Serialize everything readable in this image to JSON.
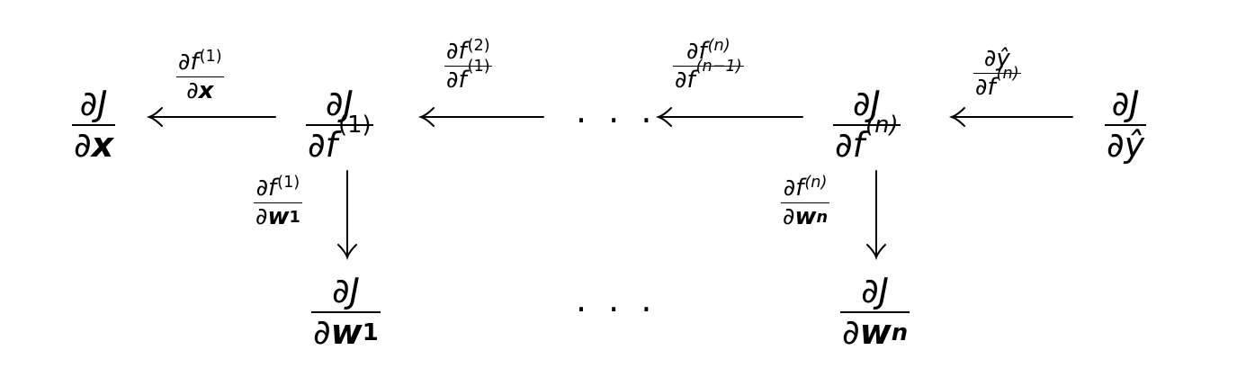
{
  "glyphs": {
    "partial": "∂",
    "prime": "(",
    "close": ")",
    "hat_y": "ŷ"
  },
  "nodes": {
    "dJ_dx": {
      "num": "∂J",
      "den_d": "∂",
      "den_v": "x"
    },
    "dJ_df1": {
      "num": "∂J",
      "den_d": "∂",
      "den_v": "f",
      "den_sup": "(1)"
    },
    "dJ_dfn": {
      "num": "∂J",
      "den_d": "∂",
      "den_v": "f",
      "den_sup": "(n)"
    },
    "dJ_dyhat": {
      "num": "∂J",
      "den_d": "∂",
      "den_v": "ŷ"
    },
    "dJ_dw1": {
      "num": "∂J",
      "den_d": "∂",
      "den_v": "w",
      "den_sub": "1"
    },
    "dJ_dwn": {
      "num": "∂J",
      "den_d": "∂",
      "den_v": "w",
      "den_sub": "n"
    }
  },
  "edge_labels": {
    "df1_dx": {
      "num_d": "∂",
      "num_v": "f",
      "num_sup": "(1)",
      "den_d": "∂",
      "den_v": "x"
    },
    "df2_df1": {
      "num_d": "∂",
      "num_v": "f",
      "num_sup": "(2)",
      "den_d": "∂",
      "den_v": "f",
      "den_sup": "(1)"
    },
    "dfn_dfn1": {
      "num_d": "∂",
      "num_v": "f",
      "num_sup": "(n)",
      "den_d": "∂",
      "den_v": "f",
      "den_sup": "(n−1)"
    },
    "dyhat_dfn": {
      "num_d": "∂",
      "num_v": "ŷ",
      "den_d": "∂",
      "den_v": "f",
      "den_sup": "(n)"
    },
    "df1_dw1": {
      "num_d": "∂",
      "num_v": "f",
      "num_sup": "(1)",
      "den_d": "∂",
      "den_v": "w",
      "den_sub": "1"
    },
    "dfn_dwn": {
      "num_d": "∂",
      "num_v": "f",
      "num_sup": "(n)",
      "den_d": "∂",
      "den_v": "w",
      "den_sub": "n"
    }
  },
  "ellipsis": {
    "top": "· · ·",
    "bottom": "· · ·"
  }
}
